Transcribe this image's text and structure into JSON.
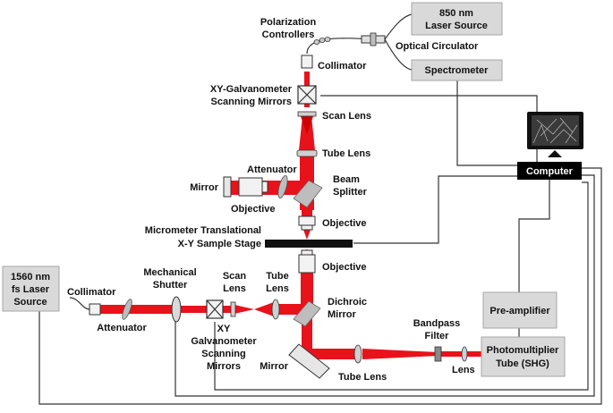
{
  "boxes": {
    "laser850_line1": "850 nm",
    "laser850_line2": "Laser Source",
    "spectrometer": "Spectrometer",
    "computer": "Computer",
    "laser1560_line1": "1560 nm",
    "laser1560_line2": "fs Laser",
    "laser1560_line3": "Source",
    "preamp": "Pre-amplifier",
    "pmt_line1": "Photomultiplier",
    "pmt_line2": "Tube (SHG)"
  },
  "labels": {
    "polarization_line1": "Polarization",
    "polarization_line2": "Controllers",
    "optical_circulator": "Optical Circulator",
    "collimator_top": "Collimator",
    "xy_galvo_line1": "XY-Galvanometer",
    "xy_galvo_line2": "Scanning Mirrors",
    "scan_lens_top": "Scan Lens",
    "tube_lens_top": "Tube Lens",
    "attenuator_top": "Attenuator",
    "beam_line1": "Beam",
    "beam_line2": "Splitter",
    "mirror_left": "Mirror",
    "objective_left": "Objective",
    "objective_upper": "Objective",
    "stage_line1": "Micrometer Translational",
    "stage_line2": "X-Y Sample Stage",
    "objective_lower": "Objective",
    "collimator_bottom": "Collimator",
    "mechanical_line1": "Mechanical",
    "mechanical_line2": "Shutter",
    "scan_lens_b1": "Scan",
    "scan_lens_b2": "Lens",
    "tube_lens_b1": "Tube",
    "tube_lens_b2": "Lens",
    "attenuator_bottom": "Attenuator",
    "dichroic_line1": "Dichroic",
    "dichroic_line2": "Mirror",
    "xy_b1": "XY",
    "xy_b2": "Galvanometer",
    "xy_b3": "Scanning",
    "xy_b4": "Mirrors",
    "mirror_bottom": "Mirror",
    "tube_lens_bottom": "Tube Lens",
    "bandpass_line1": "Bandpass",
    "bandpass_line2": "Filter",
    "lens_right": "Lens"
  },
  "colors": {
    "beam": "#e8121b",
    "box_fill": "#d9d9d9",
    "box_stroke": "#a6a6a6",
    "computer_fill": "#000000",
    "optic_fill": "#cfcfcf",
    "line": "#333333"
  },
  "icons": {
    "monitor": "monitor-icon"
  }
}
